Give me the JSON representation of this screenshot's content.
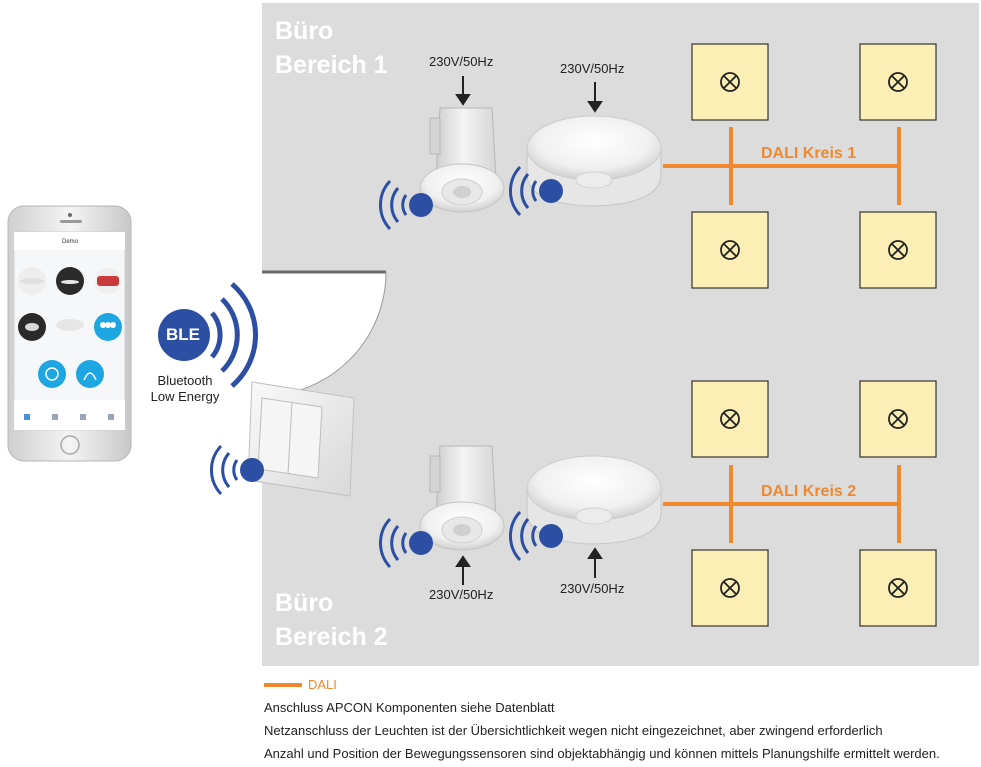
{
  "diagram": {
    "rooms": [
      {
        "title_line1": "Büro",
        "title_line2": "Bereich 1"
      },
      {
        "title_line1": "Büro",
        "title_line2": "Bereich 2"
      }
    ],
    "voltage_labels": [
      "230V/50Hz",
      "230V/50Hz",
      "230V/50Hz",
      "230V/50Hz"
    ],
    "dali_circuits": [
      "DALI Kreis 1",
      "DALI Kreis 2"
    ],
    "ble": {
      "badge": "BLE",
      "caption_line1": "Bluetooth",
      "caption_line2": "Low Energy"
    },
    "phone": {
      "header_title": "Demo"
    },
    "legend": {
      "label": "DALI"
    },
    "notes": [
      "Anschluss APCON Komponenten siehe Datenblatt",
      "Netzanschluss der Leuchten ist der Übersichtlichkeit wegen nicht eingezeichnet, aber zwingend erforderlich",
      "Anzahl und Position der Bewegungssensoren sind objektabhängig und können mittels Planungshilfe ermittelt werden."
    ],
    "colors": {
      "room_bg": "#DCDCDC",
      "dali": "#F0892E",
      "luminaire_bg": "#FCEEB5",
      "ble_blue": "#2D4FA3"
    }
  }
}
